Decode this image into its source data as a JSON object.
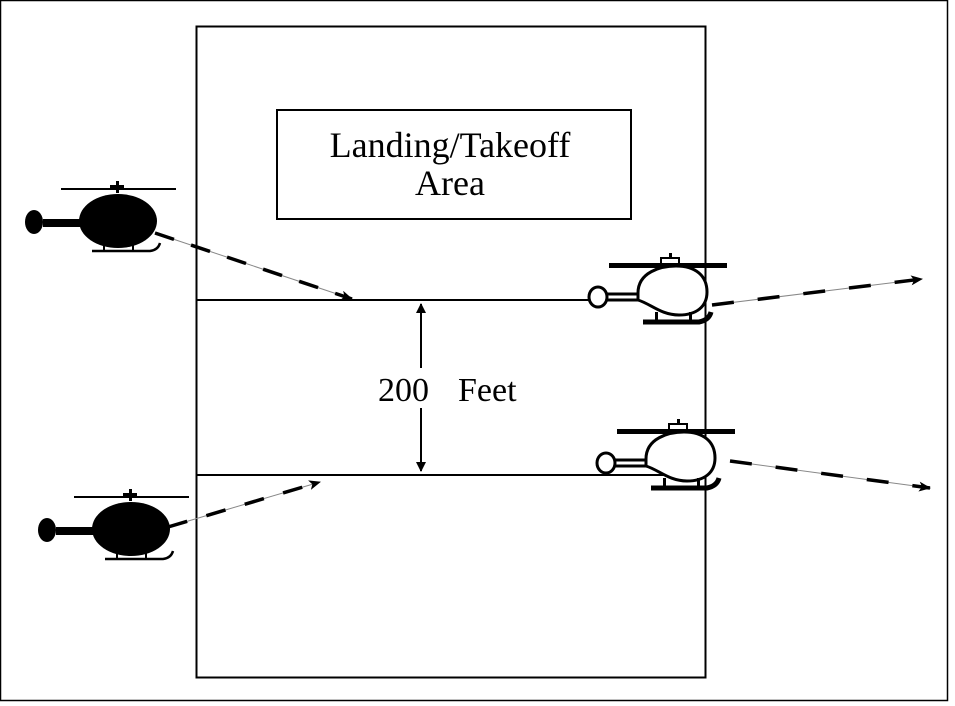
{
  "diagram": {
    "title_box": {
      "line1": "Landing/Takeoff",
      "line2": "Area"
    },
    "dimension": {
      "value": "200",
      "unit": "Feet"
    },
    "helicopters": [
      {
        "id": "approach-upper",
        "style": "solid",
        "direction": "inbound"
      },
      {
        "id": "approach-lower",
        "style": "solid",
        "direction": "inbound"
      },
      {
        "id": "departure-upper",
        "style": "outline",
        "direction": "outbound"
      },
      {
        "id": "departure-lower",
        "style": "outline",
        "direction": "outbound"
      }
    ],
    "colors": {
      "ink": "#000000",
      "background": "#ffffff",
      "thin_path": "#888888"
    }
  }
}
